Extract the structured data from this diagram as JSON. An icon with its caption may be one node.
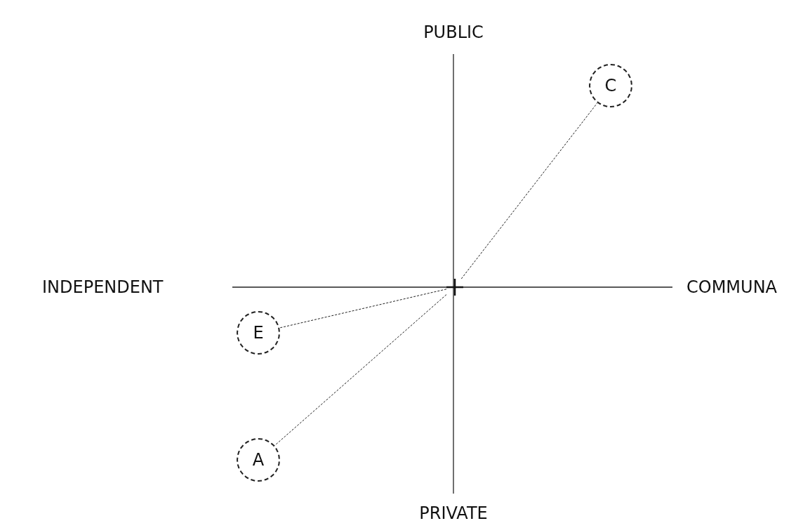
{
  "diagram": {
    "nodes": [
      {
        "text": [],
        "shape": "cross"
      },
      {
        "text": [
          "C"
        ]
      },
      {
        "text": [
          "E"
        ]
      },
      {
        "text": [
          "A"
        ]
      }
    ],
    "edges": [
      {
        "from": 0,
        "to": 1,
        "arrow": "none",
        "style": "dashed"
      },
      {
        "from": 0,
        "to": 2,
        "arrow": "none",
        "style": "dashed"
      },
      {
        "from": 0,
        "to": 3,
        "arrow": "none",
        "style": "dashed"
      }
    ],
    "labels": [
      "PUBLIC",
      "INDEPENDENT",
      "COMMUNA",
      "PRIVATE"
    ]
  }
}
